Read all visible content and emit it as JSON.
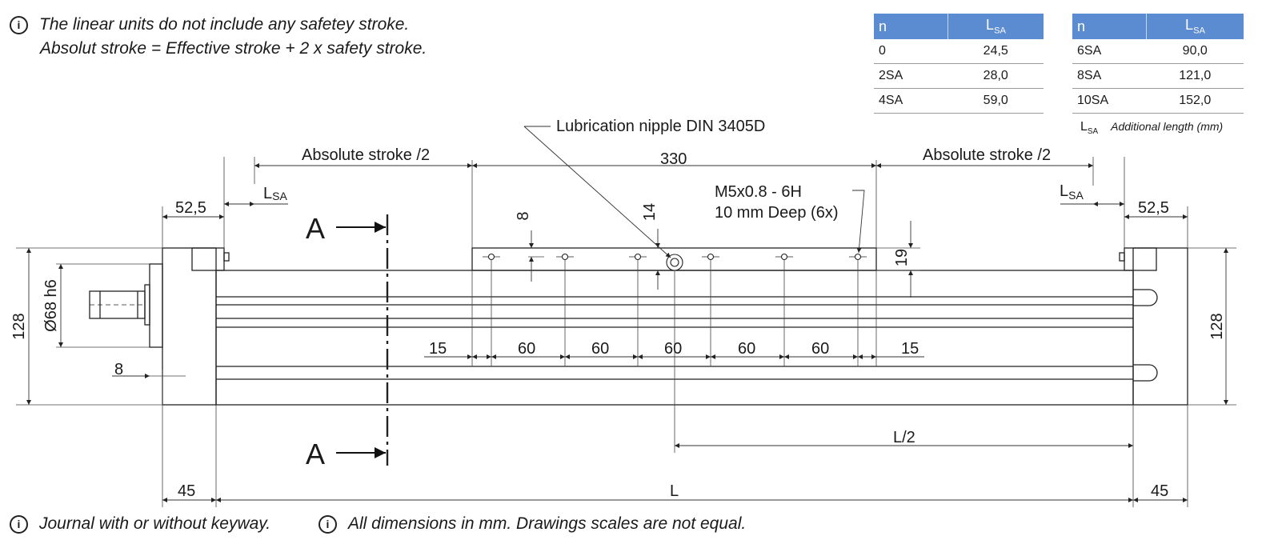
{
  "notes": {
    "safety_line1": "The linear units do not include any safetey stroke.",
    "safety_line2": "Absolut stroke = Effective stroke + 2 x safety stroke.",
    "journal": "Journal with or without keyway.",
    "dimensions": "All dimensions in mm. Drawings scales are not equal."
  },
  "table": {
    "col_n": "n",
    "col_lsa_main": "L",
    "col_lsa_sub": "SA",
    "left_rows": [
      {
        "n": "0",
        "lsa": "24,5"
      },
      {
        "n": "2SA",
        "lsa": "28,0"
      },
      {
        "n": "4SA",
        "lsa": "59,0"
      }
    ],
    "right_rows": [
      {
        "n": "6SA",
        "lsa": "90,0"
      },
      {
        "n": "8SA",
        "lsa": "121,0"
      },
      {
        "n": "10SA",
        "lsa": "152,0"
      }
    ],
    "legend_symbol_main": "L",
    "legend_symbol_sub": "SA",
    "legend_text": "Additional length (mm)"
  },
  "drawing": {
    "lubrication": "Lubrication nipple DIN 3405D",
    "abs_stroke": "Absolute stroke /2",
    "dim_330": "330",
    "lsa_main": "L",
    "lsa_sub": "SA",
    "dim_52_5": "52,5",
    "thread_line1": "M5x0.8 - 6H",
    "thread_line2": "10 mm  Deep (6x)",
    "section": "A",
    "dim_8": "8",
    "dim_14": "14",
    "dim_19": "19",
    "dim_128": "128",
    "dim_shaft": "Ø68 h6",
    "dim_15": "15",
    "dim_60": "60",
    "dim_L2": "L/2",
    "dim_L": "L",
    "dim_45": "45"
  },
  "colors": {
    "table_header": "#5b8bd0",
    "table_header_text": "#ffffff",
    "line": "#1a1a1a",
    "dim_line": "#333333"
  }
}
